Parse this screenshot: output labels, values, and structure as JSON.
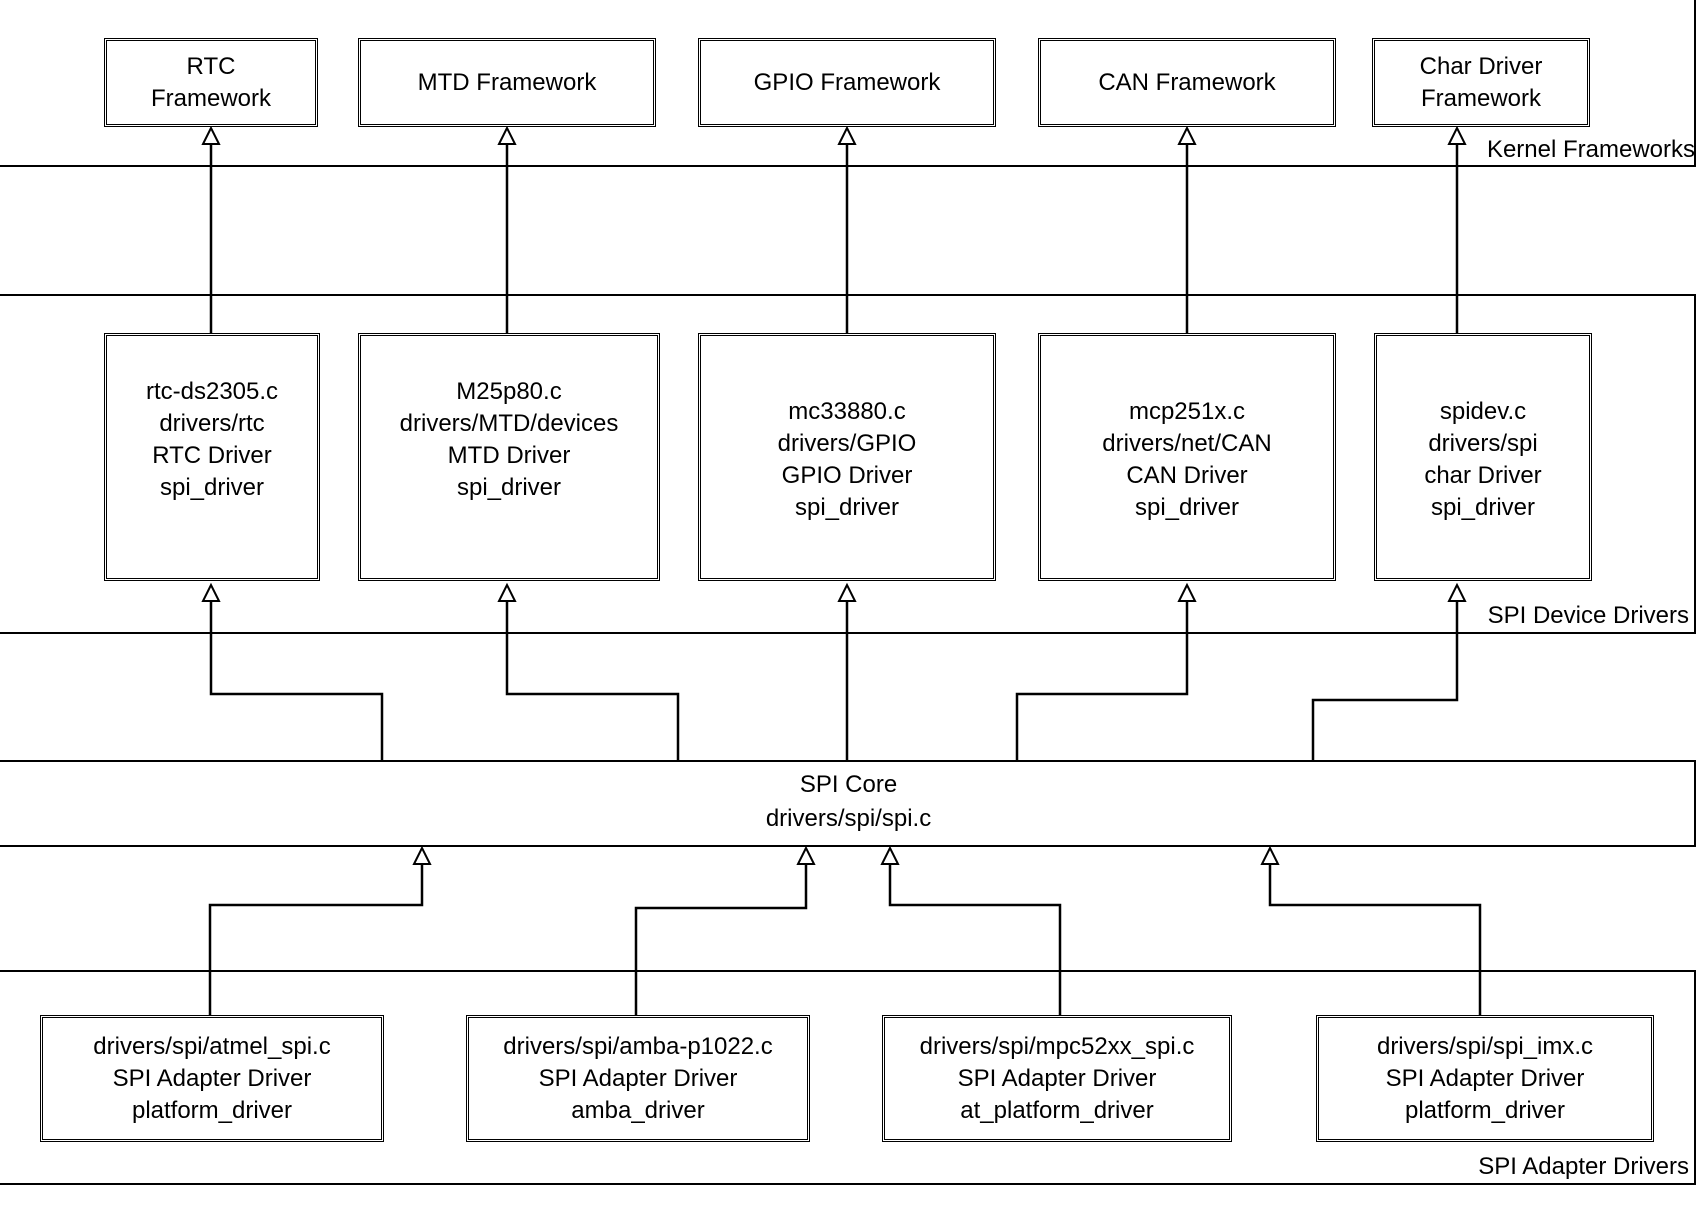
{
  "layers": {
    "kernel_frameworks": "Kernel Frameworks",
    "spi_device_drivers": "SPI Device Drivers",
    "spi_adapter_drivers": "SPI Adapter Drivers"
  },
  "frameworks": [
    {
      "lines": [
        "RTC",
        "Framework"
      ]
    },
    {
      "lines": [
        "MTD Framework"
      ]
    },
    {
      "lines": [
        "GPIO Framework"
      ]
    },
    {
      "lines": [
        "CAN Framework"
      ]
    },
    {
      "lines": [
        "Char Driver",
        "Framework"
      ]
    }
  ],
  "device_drivers": [
    {
      "lines": [
        "rtc-ds2305.c",
        "drivers/rtc",
        "RTC Driver",
        "spi_driver"
      ]
    },
    {
      "lines": [
        "M25p80.c",
        "drivers/MTD/devices",
        "MTD Driver",
        "spi_driver"
      ]
    },
    {
      "lines": [
        "mc33880.c",
        "drivers/GPIO",
        "GPIO Driver",
        "spi_driver"
      ]
    },
    {
      "lines": [
        "mcp251x.c",
        "drivers/net/CAN",
        "CAN Driver",
        "spi_driver"
      ]
    },
    {
      "lines": [
        "spidev.c",
        "drivers/spi",
        "char Driver",
        "spi_driver"
      ]
    }
  ],
  "spi_core": {
    "line1": "SPI Core",
    "line2": "drivers/spi/spi.c"
  },
  "adapter_drivers": [
    {
      "lines": [
        "drivers/spi/atmel_spi.c",
        "SPI Adapter Driver",
        "platform_driver"
      ]
    },
    {
      "lines": [
        "drivers/spi/amba-p1022.c",
        "SPI Adapter Driver",
        "amba_driver"
      ]
    },
    {
      "lines": [
        "drivers/spi/mpc52xx_spi.c",
        "SPI Adapter Driver",
        "at_platform_driver"
      ]
    },
    {
      "lines": [
        "drivers/spi/spi_imx.c",
        "SPI Adapter Driver",
        "platform_driver"
      ]
    }
  ]
}
